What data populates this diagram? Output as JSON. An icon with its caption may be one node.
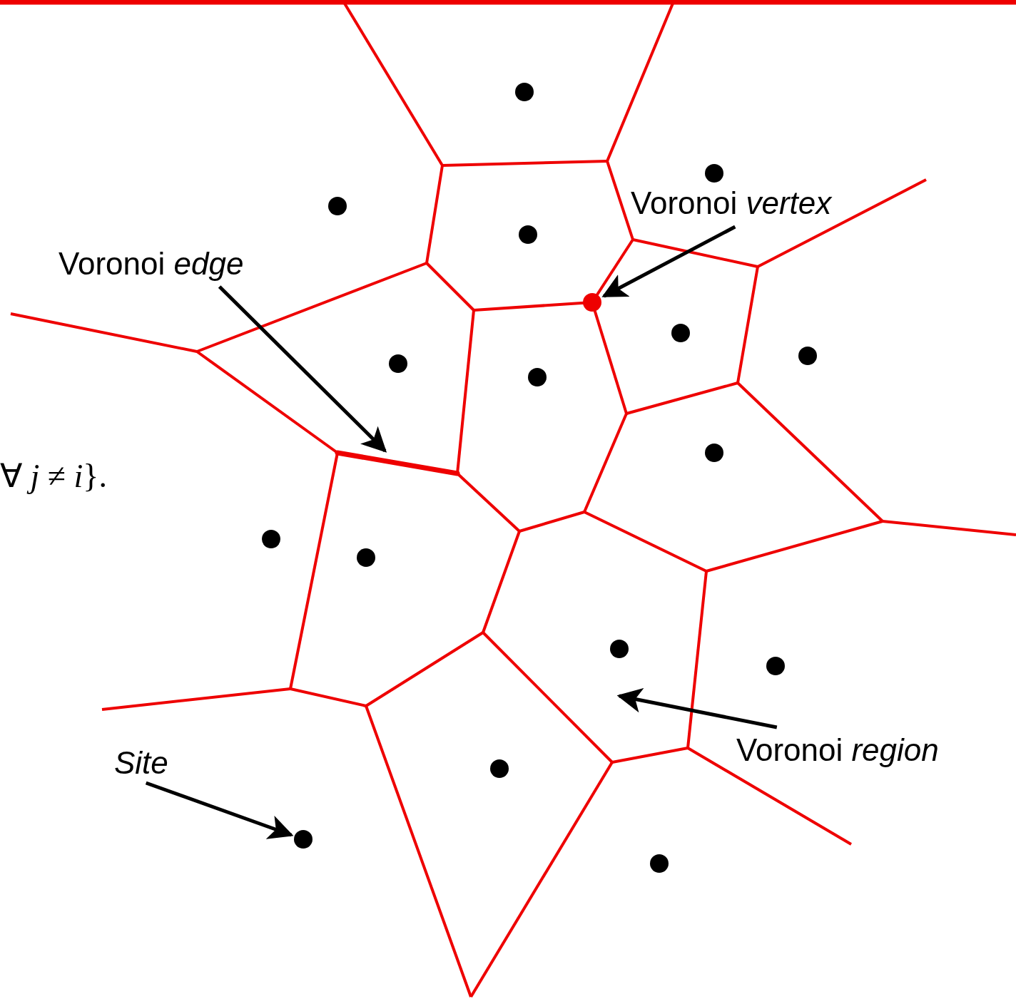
{
  "diagram": {
    "nodes": [
      {
        "text": [
          "Voronoi *edge*"
        ]
      },
      {
        "text": [],
        "shape": "line"
      },
      {
        "text": [
          "Voronoi *vertex*"
        ]
      },
      {
        "text": [],
        "shape": "circle"
      },
      {
        "text": [
          "Voronoi *region*"
        ]
      },
      {
        "text": [
          "Site"
        ]
      },
      {
        "text": [],
        "shape": "circle"
      },
      {
        "text": [],
        "shape": "circle"
      },
      {
        "text": [],
        "shape": "circle"
      },
      {
        "text": [],
        "shape": "circle"
      },
      {
        "text": [],
        "shape": "circle"
      },
      {
        "text": [],
        "shape": "circle"
      },
      {
        "text": [],
        "shape": "circle"
      },
      {
        "text": [],
        "shape": "circle"
      },
      {
        "text": [],
        "shape": "circle"
      },
      {
        "text": [],
        "shape": "circle"
      },
      {
        "text": [],
        "shape": "circle"
      },
      {
        "text": [],
        "shape": "circle"
      },
      {
        "text": [],
        "shape": "circle"
      },
      {
        "text": [],
        "shape": "circle"
      },
      {
        "text": [],
        "shape": "circle"
      },
      {
        "text": [],
        "shape": "circle"
      }
    ],
    "edges": [
      {
        "from": 0,
        "to": 1,
        "arrow": "to"
      },
      {
        "from": 2,
        "to": 3,
        "arrow": "to"
      },
      {
        "from": 4,
        "to": null,
        "arrow": "to"
      },
      {
        "from": 5,
        "to": 6,
        "arrow": "to"
      }
    ],
    "labels": [
      "∀ *j* ≠ *i*}."
    ]
  }
}
